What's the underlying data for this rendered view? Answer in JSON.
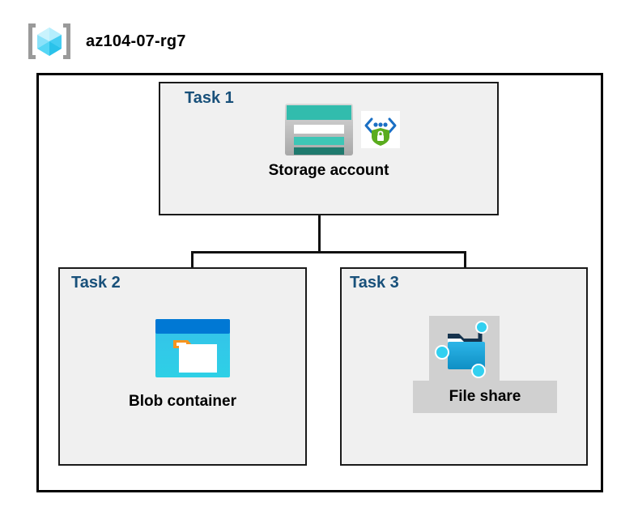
{
  "header": {
    "icon": "resource-group-icon",
    "title": "az104-07-rg7"
  },
  "boundary": {
    "name": "resource-group-boundary"
  },
  "tasks": [
    {
      "label": "Task 1",
      "node_label": "Storage account",
      "icons": [
        "storage-account-icon",
        "secure-endpoint-shield-icon"
      ]
    },
    {
      "label": "Task 2",
      "node_label": "Blob container",
      "icons": [
        "blob-container-icon"
      ]
    },
    {
      "label": "Task 3",
      "node_label": "File share",
      "icons": [
        "file-share-icon"
      ]
    }
  ],
  "colors": {
    "task_label": "#18507a",
    "node_label": "#000000",
    "box_fill": "#f0f0f0",
    "box_border": "#1a1a1a",
    "boundary_border": "#000000",
    "connector": "#111111",
    "highlight": "#d0d0d0",
    "storage_teal": "#32bcad",
    "storage_teal_dark": "#1f7a6e",
    "blob_blue": "#0078d4",
    "blob_cyan": "#32c3e8",
    "blob_orange": "#f7941e",
    "shield_green": "#5aac1e",
    "fileshare_blue": "#1a9fd4",
    "node_cyan": "#32d0f0",
    "cube_cyan": "#9fe8fa",
    "bracket_gray": "#9a9a9a"
  }
}
